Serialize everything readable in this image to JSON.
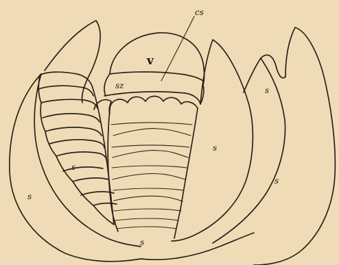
{
  "labels": {
    "cs": "cs",
    "v": "v",
    "sz": "sz",
    "s_left_outer": "s",
    "s_left_inner": "s",
    "s_right_mid": "s",
    "s_right_upper": "s",
    "s_right_outer": "s",
    "s_bottom": "s"
  },
  "colors": {
    "paper": "#efdcb6",
    "ink": "#2a2118"
  }
}
